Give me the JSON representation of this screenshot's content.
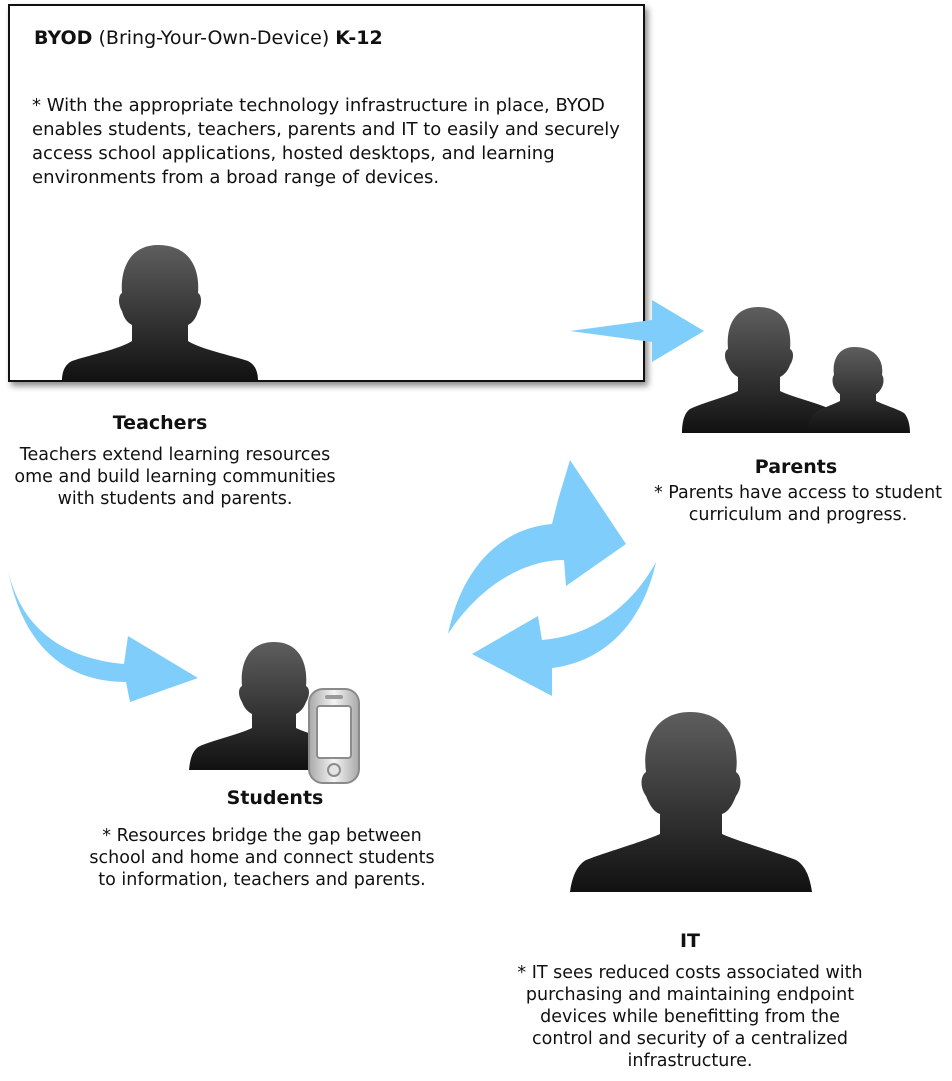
{
  "intro": {
    "title_bold_1": "BYOD",
    "title_plain": " (Bring-Your-Own-Device) ",
    "title_bold_2": "K-12",
    "body": "* With the appropriate technology infrastructure in place, BYOD enables students, teachers, parents and IT to easily and securely access school applications, hosted desktops, and learning environments from a broad range of devices."
  },
  "teachers": {
    "heading": "Teachers",
    "description": "Teachers extend learning resources\nome and build learning communities\nwith students and parents."
  },
  "parents": {
    "heading": "Parents",
    "description": "* Parents have access to student\ncurriculum and progress."
  },
  "students": {
    "heading": "Students",
    "description": "* Resources bridge the gap between\nschool and home and connect students\nto information, teachers and parents."
  },
  "it": {
    "heading": "IT",
    "description": "* IT sees reduced costs associated with\npurchasing and maintaining endpoint\ndevices while benefitting from the\ncontrol and security of a centralized\ninfrastructure."
  },
  "icons": {
    "person": "person-silhouette-icon",
    "parent_child": "parent-child-silhouette-icon",
    "phone": "smartphone-icon",
    "arrow": "arrow-icon",
    "cycle": "cycle-arrows-icon"
  },
  "colors": {
    "arrow": "#7fcdfa",
    "silhouette_dark": "#111111",
    "silhouette_light": "#5e5e5e"
  }
}
